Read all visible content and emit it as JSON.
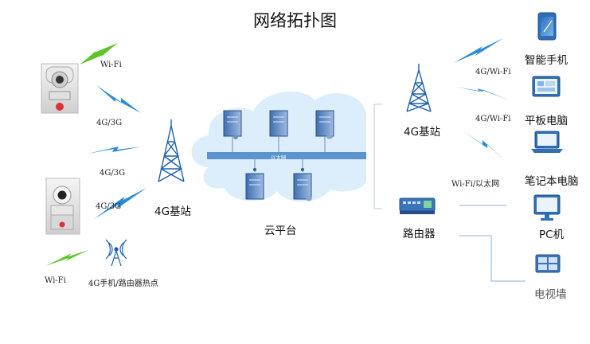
{
  "title": "网络拓扑图",
  "cloud": {
    "backbone_label": "以太网",
    "label": "云平台"
  },
  "left": {
    "tower_label": "4G基站",
    "links": [
      {
        "label": "Wi-Fi"
      },
      {
        "label": "4G/3G"
      },
      {
        "label": "4G/3G"
      },
      {
        "label": "4G/3G"
      },
      {
        "label": "Wi-Fi"
      }
    ],
    "hotspot_label": "4G手机/路由器热点"
  },
  "right": {
    "tower_label": "4G基站",
    "router_label": "路由器",
    "links": [
      {
        "label": "4G/Wi-Fi"
      },
      {
        "label": "4G/Wi-Fi"
      },
      {
        "label": "Wi-Fi/以太网"
      }
    ],
    "devices": [
      {
        "label": "智能手机"
      },
      {
        "label": "平板电脑"
      },
      {
        "label": "笔记本电脑"
      },
      {
        "label": "PC机"
      },
      {
        "label": "电视墙"
      }
    ]
  },
  "colors": {
    "lightning_green": "#5cc52a",
    "lightning_blue": "#2a8bd8",
    "tower_blue": "#1d5fb0",
    "cloud": "#dceefb",
    "backbone": "#5b93cf",
    "device_blue": "#2f6fb5"
  }
}
